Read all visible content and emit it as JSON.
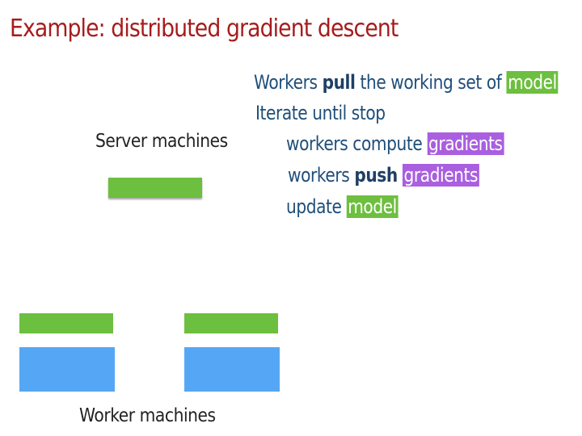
{
  "title": "Example: distributed gradient descent",
  "server_label": "Server machines",
  "worker_label": "Worker machines",
  "algorithm": {
    "line1": {
      "pre": "Workers ",
      "bold": "pull",
      "mid": " the working set of ",
      "hl": "model"
    },
    "line2": {
      "text": "Iterate until stop"
    },
    "line3": {
      "pre": "workers compute ",
      "hl": "gradients"
    },
    "line4": {
      "pre": "workers ",
      "bold": "push",
      "mid": " ",
      "hl": "gradients"
    },
    "line5": {
      "pre": "update ",
      "hl": "model"
    }
  },
  "colors": {
    "title": "#a61c1c",
    "text_blue": "#1f4e79",
    "model_green": "#6dbf3f",
    "gradient_purple": "#a95fe0",
    "worker_blue": "#55a7f5"
  }
}
